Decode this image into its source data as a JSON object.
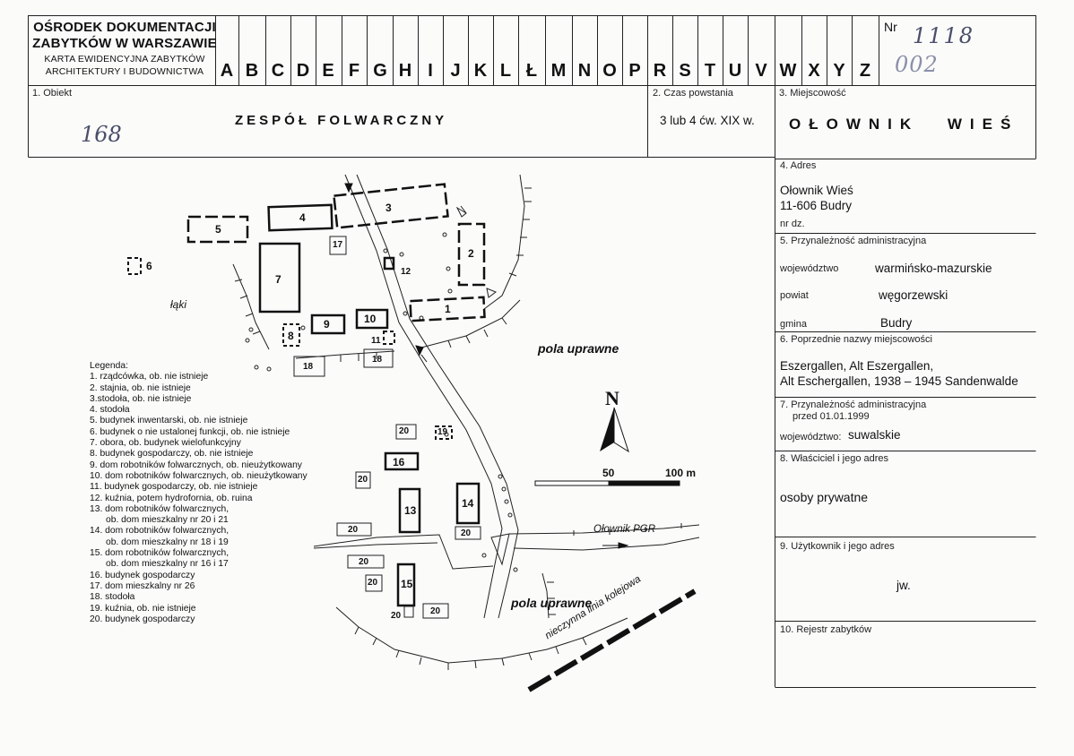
{
  "header": {
    "org_line1": "OŚRODEK DOKUMENTACJI",
    "org_line2": "ZABYTKÓW W WARSZAWIE",
    "card_line1": "KARTA EWIDENCYJNA ZABYTKÓW",
    "card_line2": "ARCHITEKTURY I BUDOWNICTWA",
    "letters": [
      "A",
      "B",
      "C",
      "D",
      "E",
      "F",
      "G",
      "H",
      "I",
      "J",
      "K",
      "L",
      "Ł",
      "M",
      "N",
      "O",
      "P",
      "R",
      "S",
      "T",
      "U",
      "V",
      "W",
      "X",
      "Y",
      "Z"
    ],
    "nr_label": "Nr",
    "nr_value": "1118",
    "nr_sub": "002"
  },
  "fields": {
    "obiekt_label": "1. Obiekt",
    "obiekt_value": "ZESPÓŁ FOLWARCZNY",
    "obiekt_hand": "168",
    "czas_label": "2. Czas powstania",
    "czas_value": "3 lub 4 ćw. XIX w.",
    "miejscowosc_label": "3. Miejscowość",
    "miejscowosc_value": "OŁOWNIK WIEŚ",
    "adres_label": "4. Adres",
    "adres_line1": "Ołownik Wieś",
    "adres_line2": "11-606 Budry",
    "adres_nrdz": "nr dz.",
    "przynal_label": "5. Przynależność administracyjna",
    "woj_label": "województwo",
    "woj_value": "warmińsko-mazurskie",
    "pow_label": "powiat",
    "pow_value": "węgorzewski",
    "gmina_label": "gmina",
    "gmina_value": "Budry",
    "poprz_label": "6. Poprzednie nazwy miejscowości",
    "poprz_line1": "Eszergallen, Alt Eszergallen,",
    "poprz_line2": "Alt Eschergallen, 1938 – 1945 Sandenwalde",
    "przed_label1": "7. Przynależność administracyjna",
    "przed_label2": "przed 01.01.1999",
    "przed_woj_label": "województwo:",
    "przed_woj_value": "suwalskie",
    "wlasc_label": "8. Właściciel i jego adres",
    "wlasc_value": "osoby prywatne",
    "uzytk_label": "9. Użytkownik i jego adres",
    "uzytk_value": "jw.",
    "rejestr_label": "10. Rejestr zabytków"
  },
  "map": {
    "legend_title": "Legenda:",
    "legend": [
      "1. rządcówka, ob. nie istnieje",
      "2. stajnia, ob. nie istnieje",
      "3.stodoła, ob. nie istnieje",
      "4. stodoła",
      "5. budynek inwentarski, ob. nie istnieje",
      "6. budynek o nie ustalonej funkcji, ob. nie istnieje",
      "7. obora, ob. budynek wielofunkcyjny",
      "8. budynek gospodarczy, ob. nie istnieje",
      "9. dom robotników folwarcznych, ob. nieużytkowany",
      "10. dom robotników folwarcznych, ob. nieużytkowany",
      "11. budynek gospodarczy, ob. nie istnieje",
      "12. kuźnia, potem hydrofornia, ob. ruina",
      "13. dom robotników folwarcznych,",
      "      ob. dom mieszkalny nr 20 i 21",
      "14. dom robotników folwarcznych,",
      "      ob. dom mieszkalny nr 18 i 19",
      "15. dom robotników folwarcznych,",
      "      ob. dom mieszkalny nr 16 i 17",
      "16. budynek gospodarczy",
      "17. dom mieszkalny nr 26",
      "18. stodoła",
      "19. kuźnia, ob. nie istnieje",
      "20. budynek gospodarczy"
    ],
    "laki": "łąki",
    "pola1": "pola uprawne",
    "pola2": "pola uprawne",
    "road_label": "Ołownik PGR",
    "rail_label": "nieczynna linia kolejowa",
    "north": "N",
    "scale_50": "50",
    "scale_100": "100 m",
    "b1": "1",
    "b2": "2",
    "b3": "3",
    "b4": "4",
    "b5": "5",
    "b6": "6",
    "b7": "7",
    "b8": "8",
    "b9": "9",
    "b10": "10",
    "b11": "11",
    "b12": "12",
    "b13": "13",
    "b14": "14",
    "b15": "15",
    "b16": "16",
    "b17": "17",
    "b18": "18",
    "b19": "19",
    "b20": "20"
  }
}
